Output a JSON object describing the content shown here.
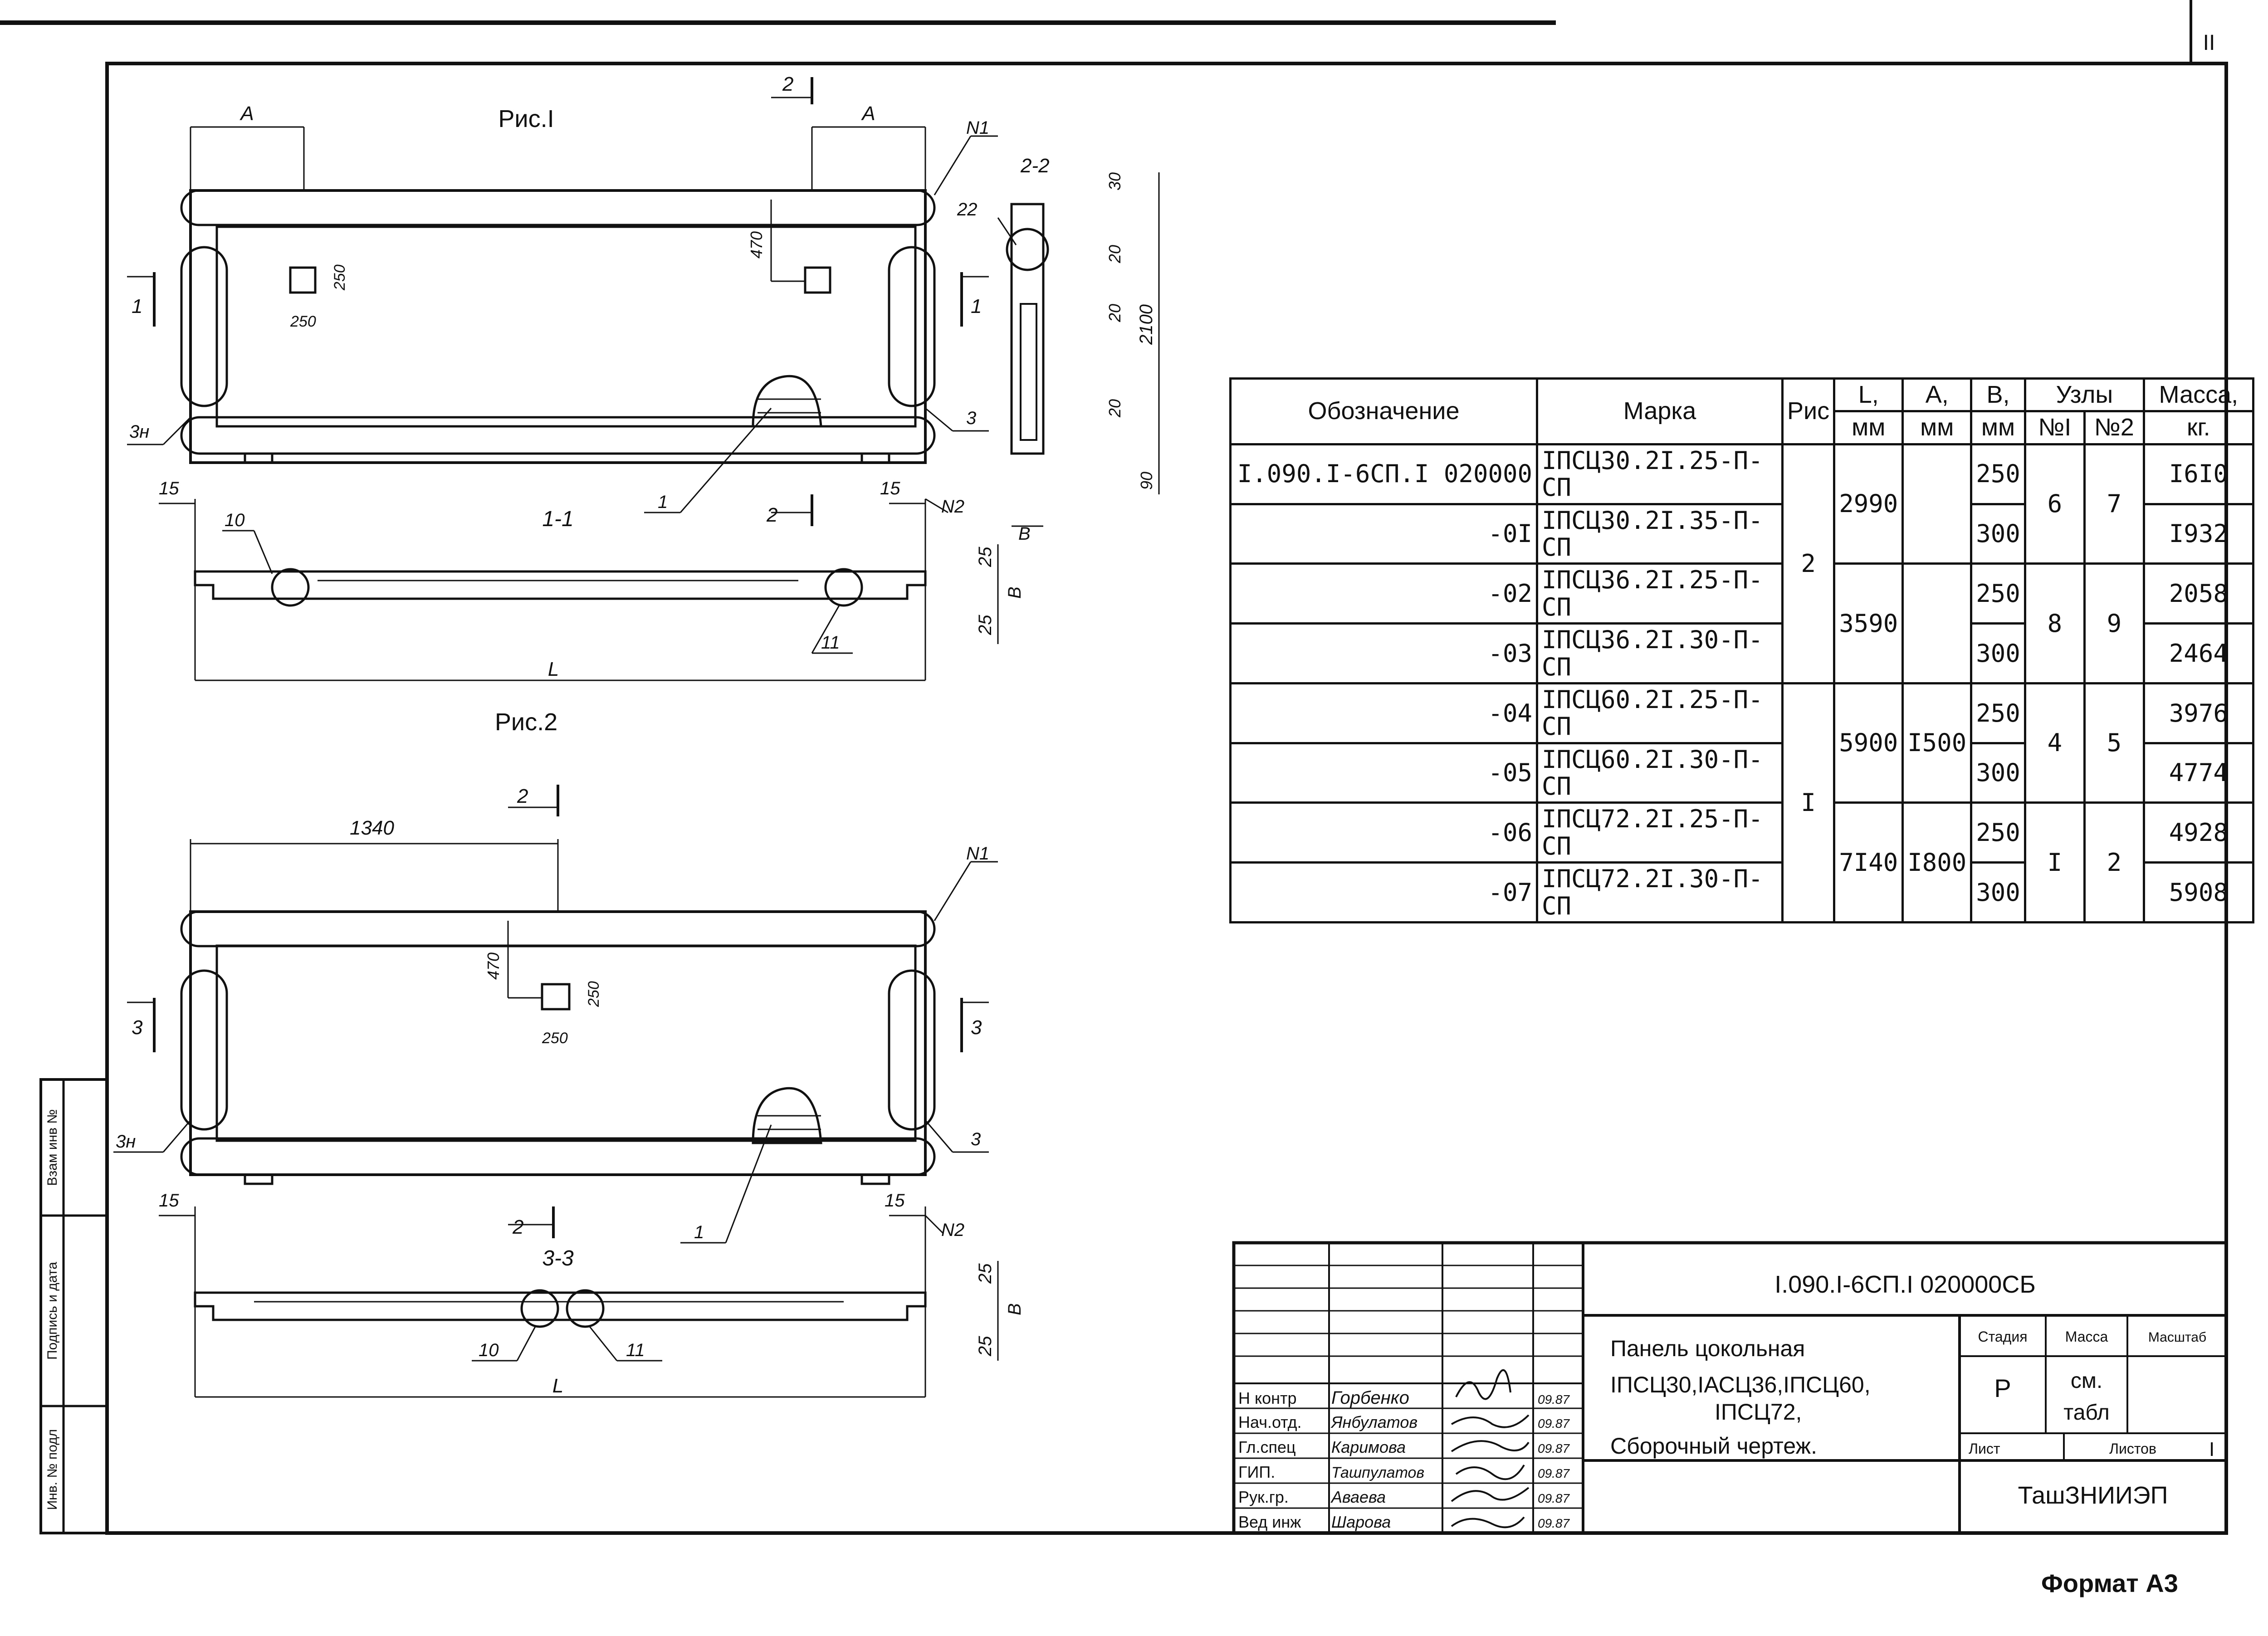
{
  "sheet": {
    "page_number": "II",
    "format_label": "Формат А3"
  },
  "figures": {
    "fig1": {
      "title": "Рис.I",
      "section_label": "1-1",
      "side_section_label": "2-2"
    },
    "fig2": {
      "title": "Рис.2",
      "section_label": "3-3"
    }
  },
  "fig1_labels": {
    "dim_A_left": "A",
    "dim_A_right": "A",
    "dim_2_top": "2",
    "node_N1": "N1",
    "node_3n": "3н",
    "node_3": "3",
    "node_22": "22",
    "node_1": "1",
    "node_N2": "N2",
    "node_10": "10",
    "node_11": "11",
    "sec_1_left": "1",
    "sec_1_right": "1",
    "sec_2_bottom": "2",
    "dim_470": "470",
    "dim_250": "250",
    "dim_250b": "250",
    "dim_15_left": "15",
    "dim_15_right": "15",
    "dim_25_top": "25",
    "dim_25_bottom": "25",
    "dim_B": "B",
    "dim_B2": "B",
    "dim_L": "L",
    "dim_30": "30",
    "dim_20a": "20",
    "dim_20b": "20",
    "dim_20c": "20",
    "dim_2100": "2100",
    "dim_90": "90"
  },
  "fig2_labels": {
    "dim_1340": "1340",
    "dim_2_top": "2",
    "node_N1": "N1",
    "node_3n": "3н",
    "node_3": "3",
    "node_1": "1",
    "node_N2": "N2",
    "node_10": "10",
    "node_11": "11",
    "sec_3_left": "3",
    "sec_3_right": "3",
    "sec_2_bottom": "2",
    "dim_470": "470",
    "dim_250": "250",
    "dim_250b": "250",
    "dim_15_left": "15",
    "dim_15_right": "15",
    "dim_25_top": "25",
    "dim_25_bottom": "25",
    "dim_B": "B",
    "dim_L": "L"
  },
  "spec_table": {
    "headers": {
      "designation": "Обозначение",
      "mark": "Марка",
      "fig": "Рис",
      "L": "L,",
      "L_unit": "мм",
      "A": "А,",
      "A_unit": "мм",
      "B": "В,",
      "B_unit": "мм",
      "nodes": "Узлы",
      "node1": "№I",
      "node2": "№2",
      "mass": "Масса,",
      "mass_unit": "кг."
    },
    "rows": [
      {
        "designation": "I.090.I-6СП.I  020000",
        "mark": "IПСЦ30.2I.25-П-СП",
        "B": "250",
        "mass": "I6I0"
      },
      {
        "designation": "-0I",
        "mark": "IПСЦ30.2I.35-П-СП",
        "B": "300",
        "mass": "I932"
      },
      {
        "designation": "-02",
        "mark": "IПСЦ36.2I.25-П-СП",
        "B": "250",
        "mass": "2058"
      },
      {
        "designation": "-03",
        "mark": "IПСЦ36.2I.30-П-СП",
        "B": "300",
        "mass": "2464"
      },
      {
        "designation": "-04",
        "mark": "IПСЦ60.2I.25-П-СП",
        "B": "250",
        "mass": "3976"
      },
      {
        "designation": "-05",
        "mark": "IПСЦ60.2I.30-П-СП",
        "B": "300",
        "mass": "4774"
      },
      {
        "designation": "-06",
        "mark": "IПСЦ72.2I.25-П-СП",
        "B": "250",
        "mass": "4928"
      },
      {
        "designation": "-07",
        "mark": "IПСЦ72.2I.30-П-СП",
        "B": "300",
        "mass": "5908"
      }
    ],
    "groups": [
      {
        "fig": "2",
        "L": "2990",
        "A": "",
        "node1": "6",
        "node2": "7"
      },
      {
        "fig": "2",
        "L": "3590",
        "A": "",
        "node1": "8",
        "node2": "9"
      },
      {
        "fig": "I",
        "L": "5900",
        "A": "I500",
        "node1": "4",
        "node2": "5"
      },
      {
        "fig": "I",
        "L": "7I40",
        "A": "I800",
        "node1": "I",
        "node2": "2"
      }
    ]
  },
  "title_block": {
    "doc_code": "I.090.I-6СП.I  020000СБ",
    "title_line1": "Панель цокольная",
    "title_line2": "IПСЦ30,IАСЦ36,IПСЦ60,",
    "title_line3": "IПСЦ72,",
    "title_line4": "Сборочный чертеж.",
    "stage_label": "Стадия",
    "mass_label": "Масса",
    "scale_label": "Масштаб",
    "stage": "Р",
    "mass_value_1": "см.",
    "mass_value_2": "табл",
    "sheet_label": "Лист",
    "sheets_label": "Листов",
    "sheets_value": "I",
    "organization": "ТашЗНИИЭП",
    "signatures": [
      {
        "role": "Н контр",
        "name": "Горбенко",
        "date": "09.87"
      },
      {
        "role": "Нач.отд.",
        "name": "Янбулатов",
        "date": "09.87"
      },
      {
        "role": "Гл.спец",
        "name": "Каримова",
        "date": "09.87"
      },
      {
        "role": "ГИП.",
        "name": "Ташпулатов",
        "date": "09.87"
      },
      {
        "role": "Рук.гр.",
        "name": "Аваева",
        "date": "09.87"
      },
      {
        "role": "Вед инж",
        "name": "Шарова",
        "date": "09.87"
      }
    ]
  },
  "side_stamp": {
    "cell1": "Взам инв №",
    "cell2": "Подпись и дата",
    "cell3": "Инв. № подл"
  }
}
